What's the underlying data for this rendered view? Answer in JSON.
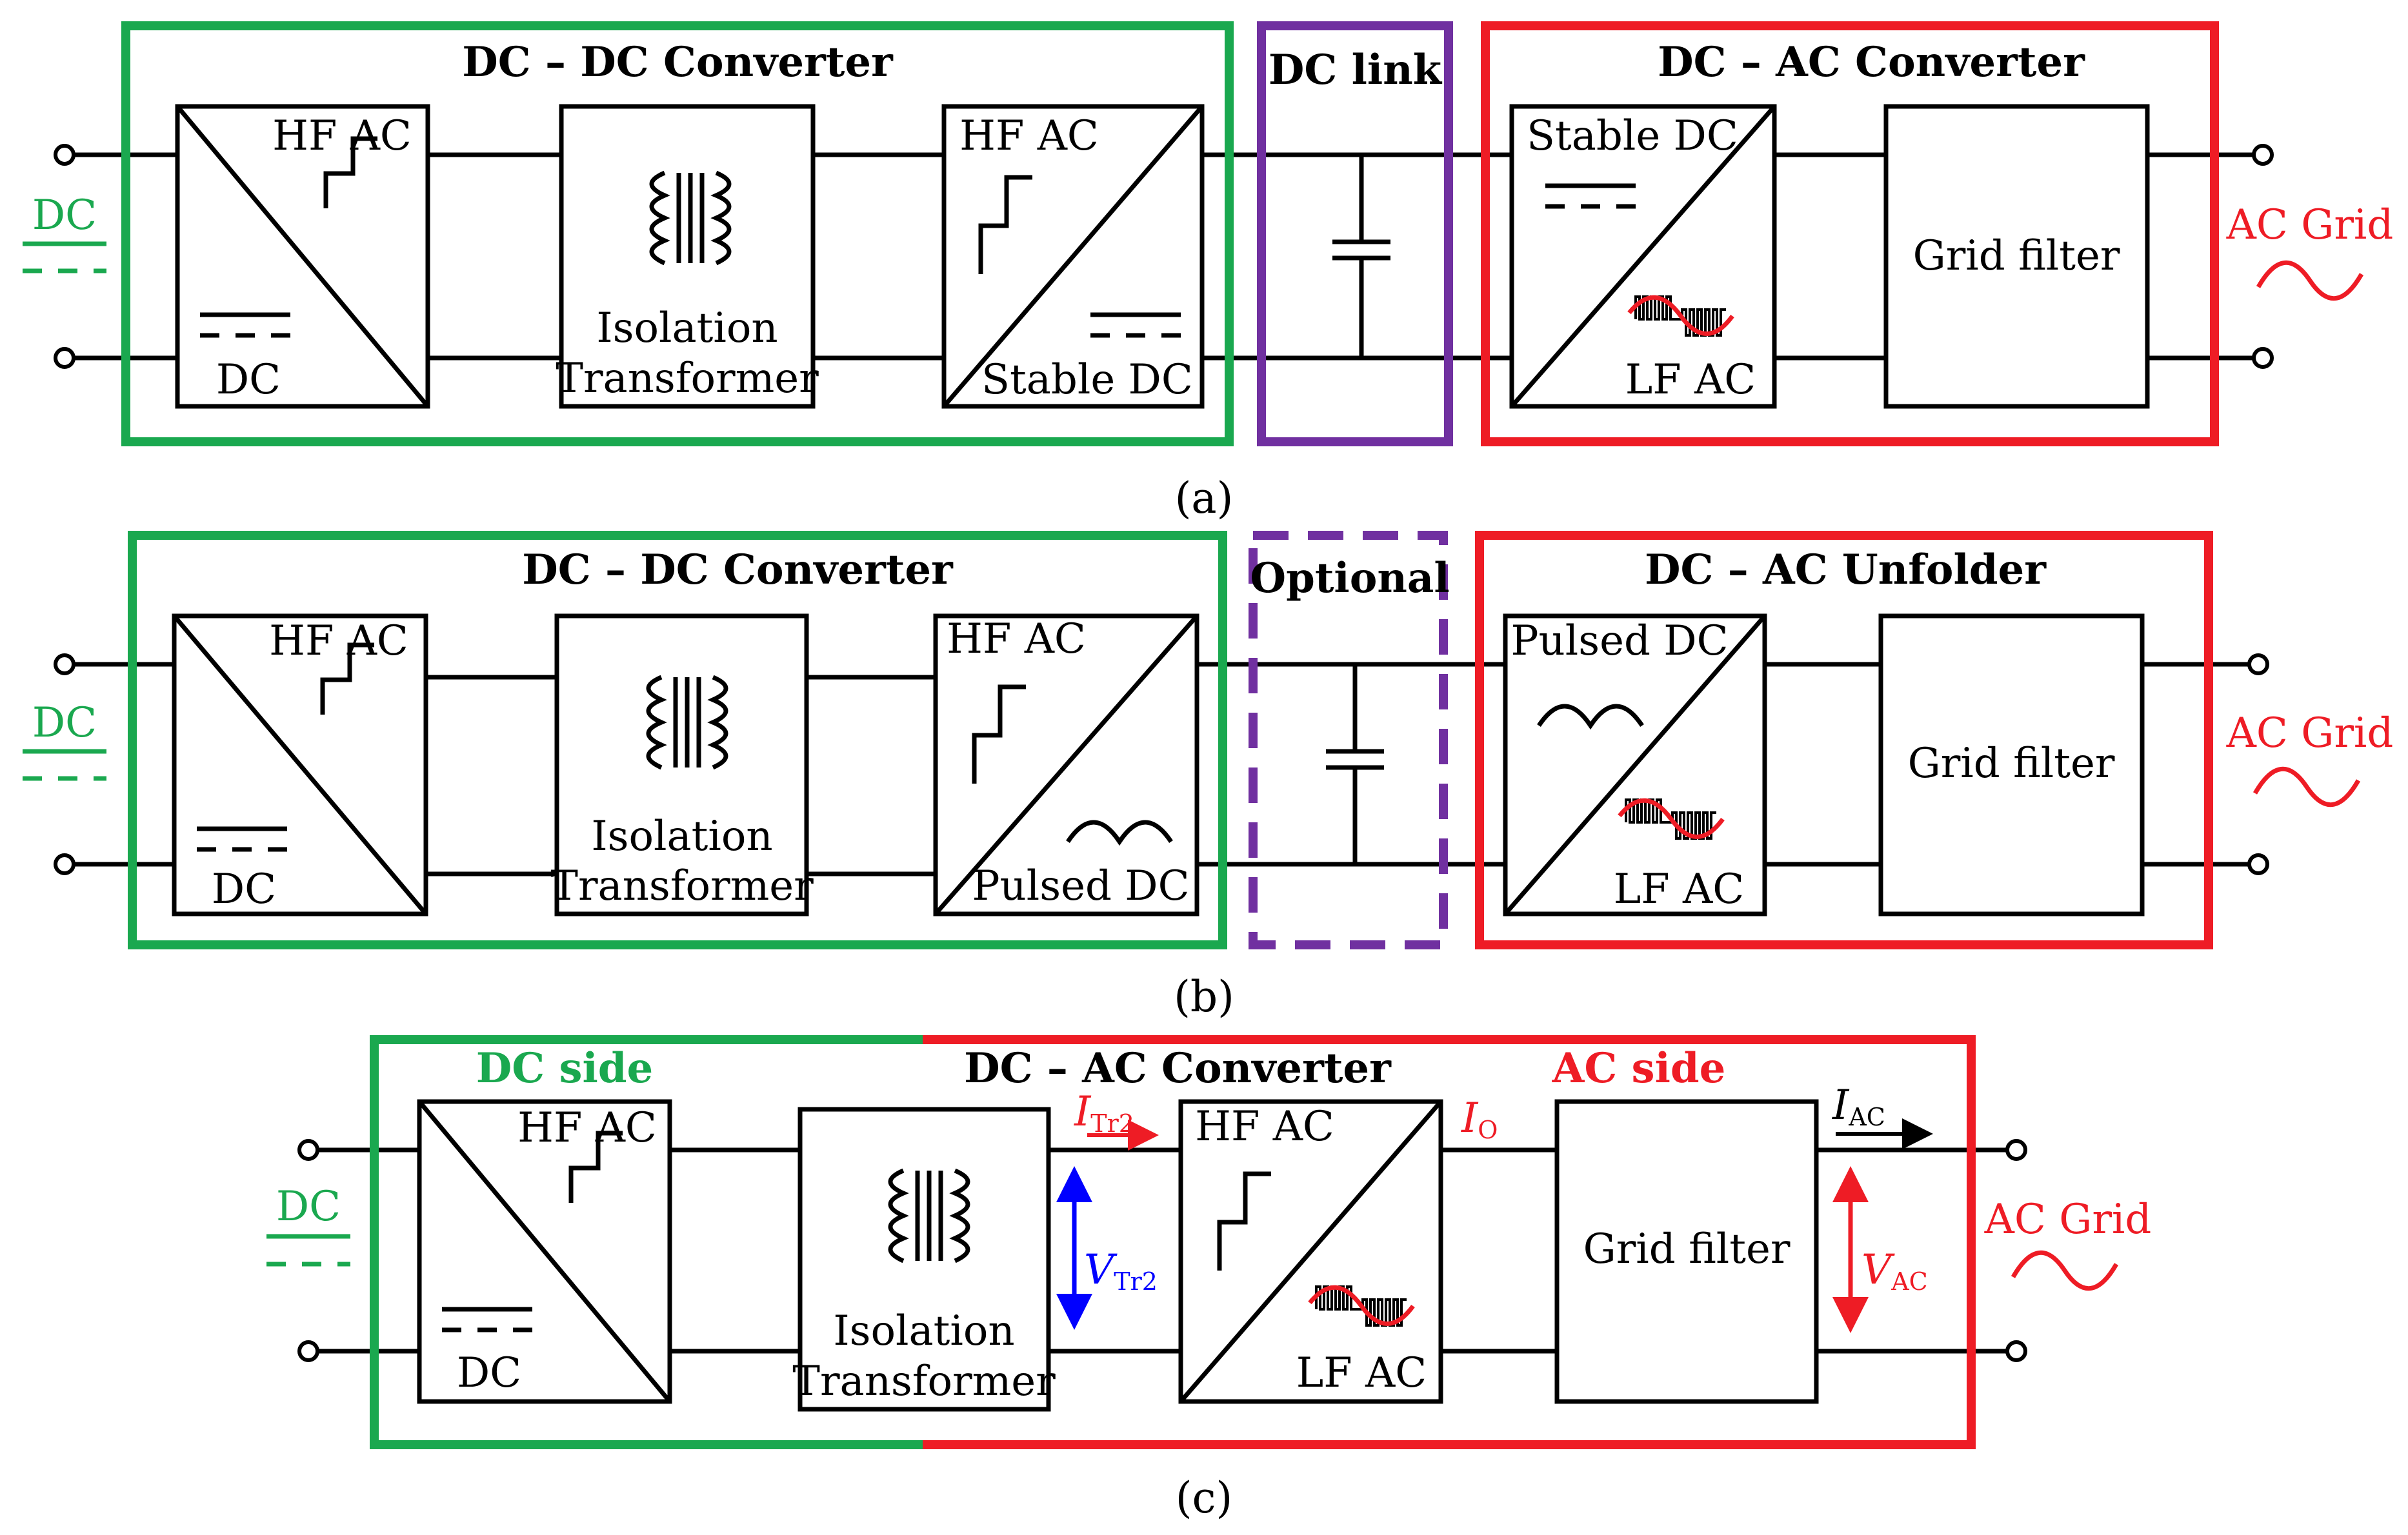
{
  "colors": {
    "dc_green": "#1aa84f",
    "ac_red": "#ee1c25",
    "dc_link_purple": "#7030a0",
    "voltage_blue": "#0000ff",
    "line_black": "#000000"
  },
  "panel_a": {
    "caption": "(a)",
    "dc_dc_title": "DC – DC Converter",
    "dc_link_title": "DC link",
    "dc_ac_title": "DC – AC Converter",
    "input_label": "DC",
    "output_label": "AC Grid",
    "block1": {
      "top": "HF AC",
      "bottom": "DC"
    },
    "block2": {
      "line1": "Isolation",
      "line2": "Transformer"
    },
    "block3": {
      "top": "HF AC",
      "bottom": "Stable DC"
    },
    "block4": {
      "top": "Stable DC",
      "bottom": "LF AC"
    },
    "block5": {
      "label": "Grid filter"
    }
  },
  "panel_b": {
    "caption": "(b)",
    "dc_dc_title": "DC – DC Converter",
    "optional_title": "Optional",
    "dc_ac_title": "DC – AC Unfolder",
    "input_label": "DC",
    "output_label": "AC Grid",
    "block1": {
      "top": "HF AC",
      "bottom": "DC"
    },
    "block2": {
      "line1": "Isolation",
      "line2": "Transformer"
    },
    "block3": {
      "top": "HF AC",
      "bottom": "Pulsed DC"
    },
    "block4": {
      "top": "Pulsed DC",
      "bottom": "LF AC"
    },
    "block5": {
      "label": "Grid filter"
    }
  },
  "panel_c": {
    "caption": "(c)",
    "dc_side_title": "DC side",
    "converter_title": "DC – AC Converter",
    "ac_side_title": "AC side",
    "input_label": "DC",
    "output_label": "AC Grid",
    "block1": {
      "top": "HF AC",
      "bottom": "DC"
    },
    "block2": {
      "line1": "Isolation",
      "line2": "Transformer"
    },
    "block3": {
      "top": "HF AC",
      "bottom": "LF AC"
    },
    "block4": {
      "label": "Grid filter"
    },
    "i_tr2": {
      "main": "I",
      "sub": "Tr2"
    },
    "v_tr2": {
      "main": "V",
      "sub": "Tr2"
    },
    "i_o": {
      "main": "I",
      "sub": "O"
    },
    "i_ac": {
      "main": "I",
      "sub": "AC"
    },
    "v_ac": {
      "main": "V",
      "sub": "AC"
    }
  }
}
